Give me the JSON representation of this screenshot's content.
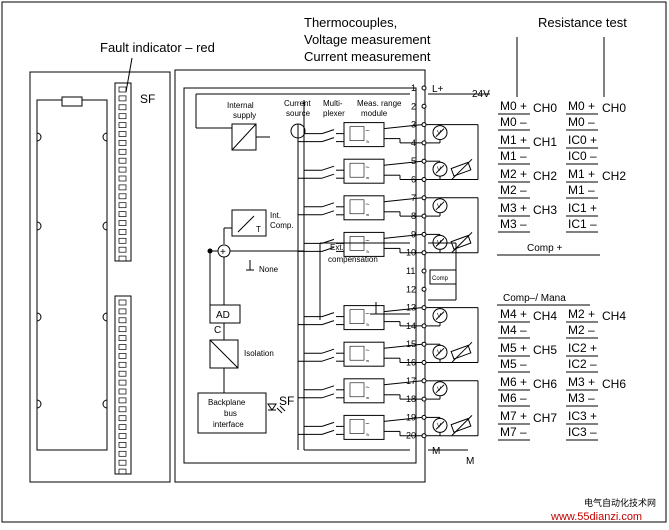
{
  "headers": {
    "tc1": "Thermocouples,",
    "tc2": "Voltage measurement",
    "tc3": "Current measurement",
    "res": "Resistance test"
  },
  "fault_label": "Fault indicator – red",
  "sf_left": "SF",
  "sf_right": "SF",
  "blocks": {
    "internal1": "Internal",
    "internal2": "supply",
    "current1": "Current",
    "current2": "source",
    "multi1": "Multi-",
    "multi2": "plexer",
    "meas1": "Meas. range",
    "meas2": "module",
    "intcomp1": "Int.",
    "intcomp2": "Comp.",
    "t": "T",
    "none": "None",
    "extcomp1": "Ext.",
    "extcomp2": "compensation",
    "comp": "Comp",
    "ad": "AD",
    "isolation": "Isolation",
    "bp1": "Backplane",
    "bp2": "bus",
    "bp3": "interface"
  },
  "terminals": [
    "1",
    "2",
    "3",
    "4",
    "5",
    "6",
    "7",
    "8",
    "9",
    "10",
    "11",
    "12",
    "13",
    "14",
    "15",
    "16",
    "17",
    "18",
    "19",
    "20"
  ],
  "lplus": "L+",
  "v24": "24V",
  "m_bottom": "M",
  "m_right": "M",
  "tc_signals": [
    {
      "sign_p": "M0 +",
      "ch": "CH0",
      "sign_n": "M0 –"
    },
    {
      "sign_p": "M1 +",
      "ch": "CH1",
      "sign_n": "M1 –"
    },
    {
      "sign_p": "M2 +",
      "ch": "CH2",
      "sign_n": "M2 –"
    },
    {
      "sign_p": "M3 +",
      "ch": "CH3",
      "sign_n": "M3 –"
    }
  ],
  "comp_plus": "Comp +",
  "comp_minus": "Comp–/ Mana",
  "tc_signals_lower": [
    {
      "sign_p": "M4 +",
      "ch": "CH4",
      "sign_n": "M4 –"
    },
    {
      "sign_p": "M5 +",
      "ch": "CH5",
      "sign_n": "M5 –"
    },
    {
      "sign_p": "M6 +",
      "ch": "CH6",
      "sign_n": "M6 –"
    },
    {
      "sign_p": "M7 +",
      "ch": "CH7",
      "sign_n": "M7 –"
    }
  ],
  "res_signals": [
    {
      "top": "M0 +",
      "ch": "CH0",
      "bot": "M0 –"
    },
    {
      "top": "IC0 +",
      "ch": "",
      "bot": "IC0 –"
    },
    {
      "top": "M1 +",
      "ch": "CH2",
      "bot": "M1 –"
    },
    {
      "top": "IC1 +",
      "ch": "",
      "bot": "IC1 –"
    }
  ],
  "res_signals_lower": [
    {
      "top": "M2 +",
      "ch": "CH4",
      "bot": "M2 –"
    },
    {
      "top": "IC2 +",
      "ch": "",
      "bot": "IC2 –"
    },
    {
      "top": "M3 +",
      "ch": "CH6",
      "bot": "M3 –"
    },
    {
      "top": "IC3 +",
      "ch": "",
      "bot": "IC3 –"
    }
  ],
  "watermark1": "电气自动化技术网",
  "watermark2": "www.55dianzi.com"
}
